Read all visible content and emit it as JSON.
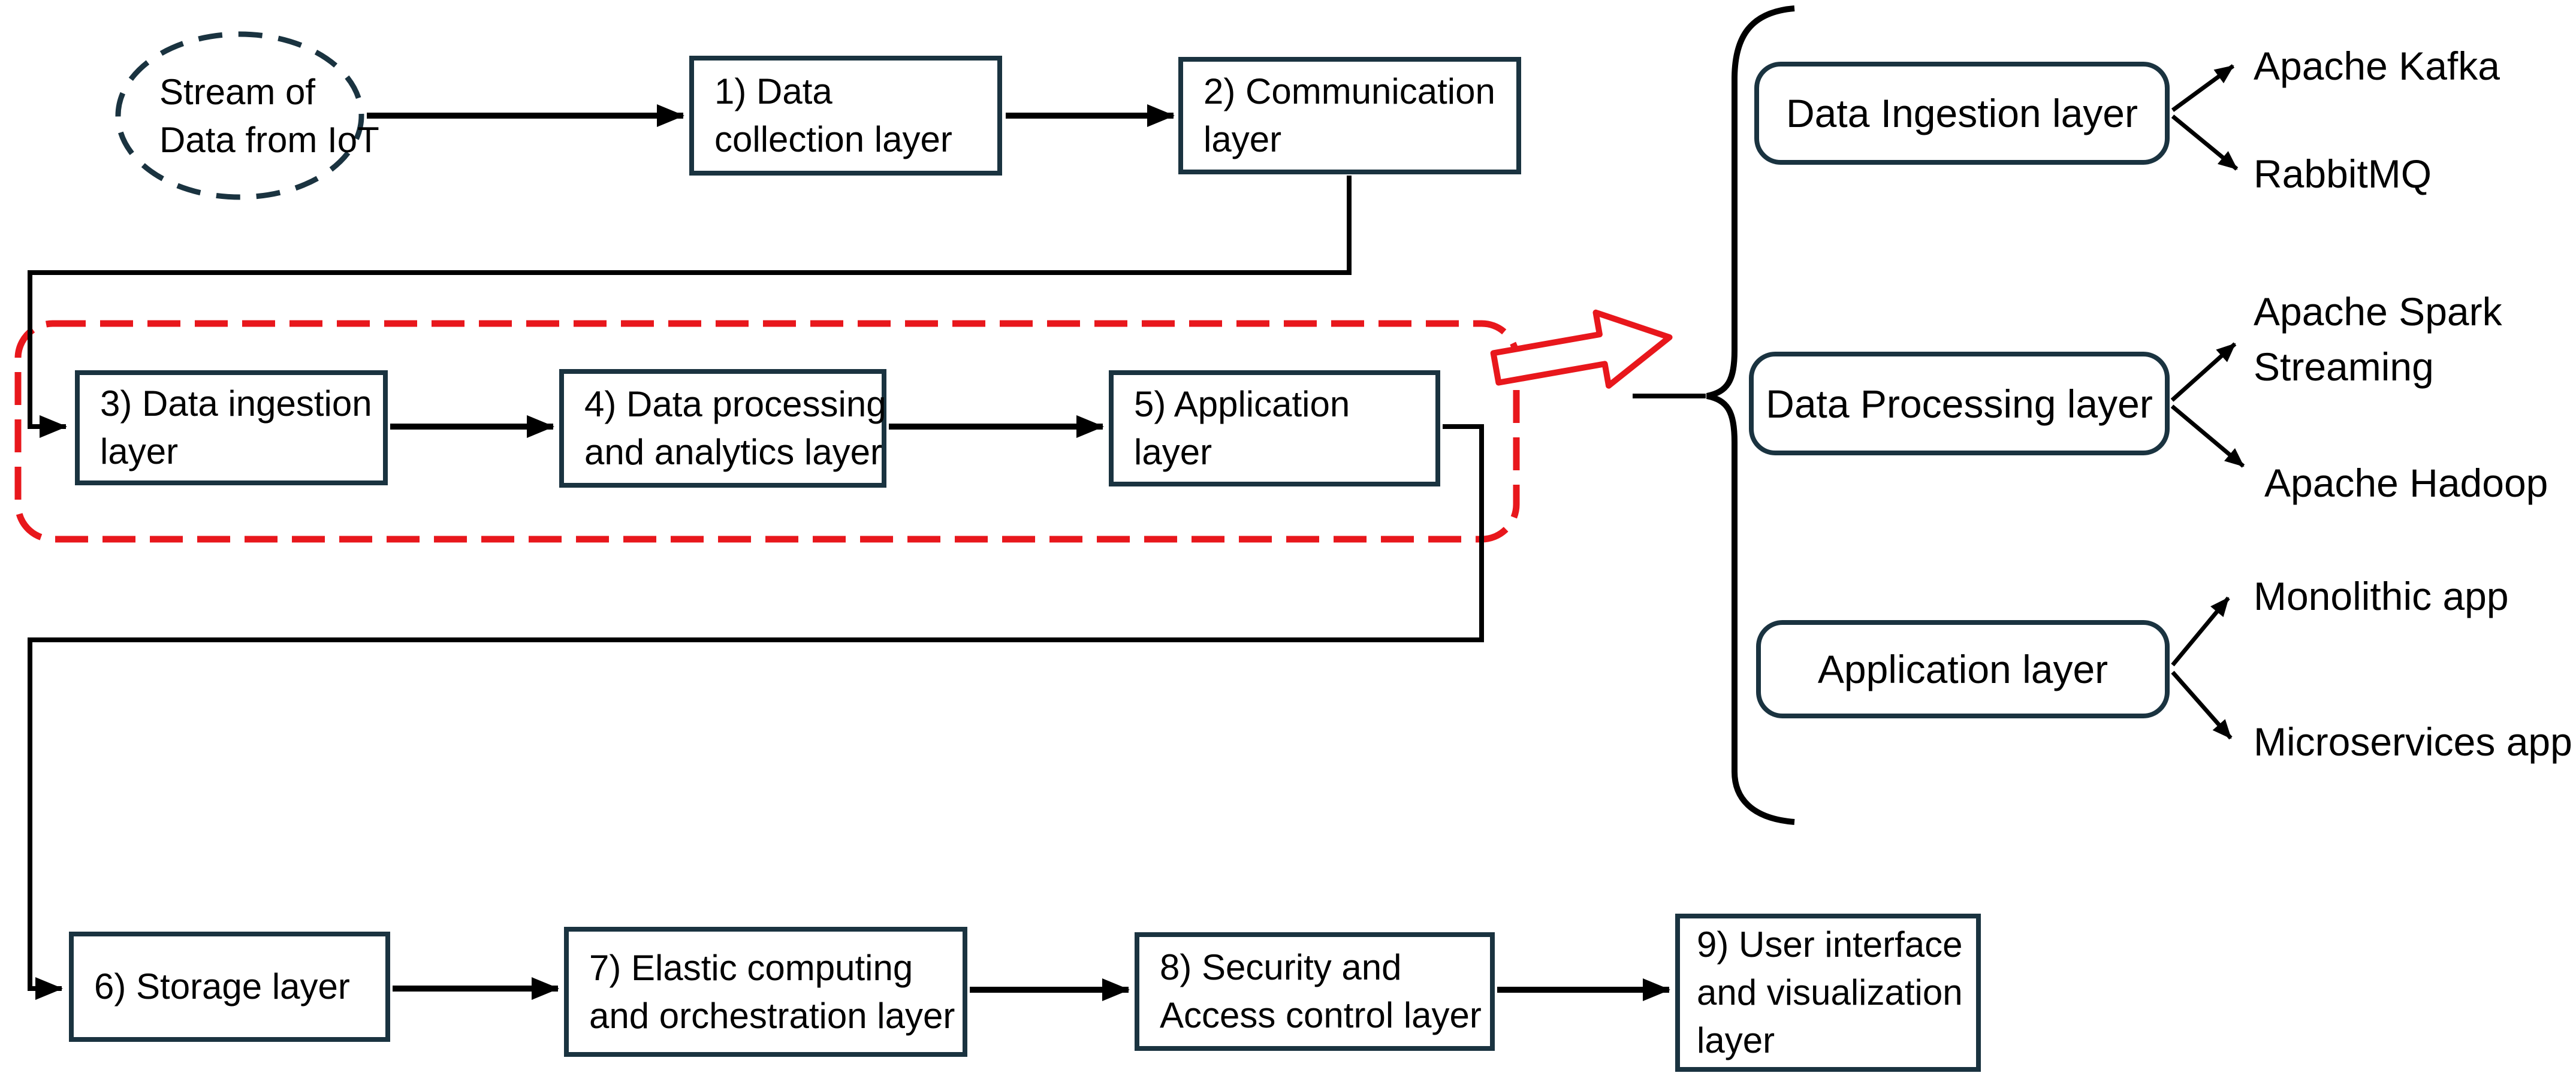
{
  "flow": {
    "source": {
      "lines": [
        "Stream of",
        "Data from IoT"
      ]
    },
    "nodes": [
      {
        "lines": [
          "1) Data",
          "collection layer"
        ]
      },
      {
        "lines": [
          "2) Communication",
          "layer"
        ]
      },
      {
        "lines": [
          "3) Data ingestion",
          "layer"
        ]
      },
      {
        "lines": [
          "4) Data processing",
          "and analytics layer"
        ]
      },
      {
        "lines": [
          "5) Application",
          "layer"
        ]
      },
      {
        "lines": [
          "6) Storage layer"
        ]
      },
      {
        "lines": [
          "7) Elastic computing",
          "and orchestration layer"
        ]
      },
      {
        "lines": [
          "8) Security and",
          "Access control layer"
        ]
      },
      {
        "lines": [
          "9) User interface",
          "and visualization",
          "layer"
        ]
      }
    ]
  },
  "panel": {
    "groups": [
      {
        "label": "Data Ingestion layer",
        "items": [
          {
            "lines": [
              "Apache Kafka"
            ]
          },
          {
            "lines": [
              "RabbitMQ"
            ]
          }
        ]
      },
      {
        "label": "Data Processing layer",
        "items": [
          {
            "lines": [
              "Apache Spark",
              "Streaming"
            ]
          },
          {
            "lines": [
              "Apache Hadoop"
            ]
          }
        ]
      },
      {
        "label": "Application layer",
        "items": [
          {
            "lines": [
              "Monolithic app"
            ]
          },
          {
            "lines": [
              "Microservices app"
            ]
          }
        ]
      }
    ]
  },
  "colors": {
    "box_border": "#1a3340",
    "highlight_red": "#e8171c",
    "connector": "#000000",
    "background": "#ffffff"
  }
}
